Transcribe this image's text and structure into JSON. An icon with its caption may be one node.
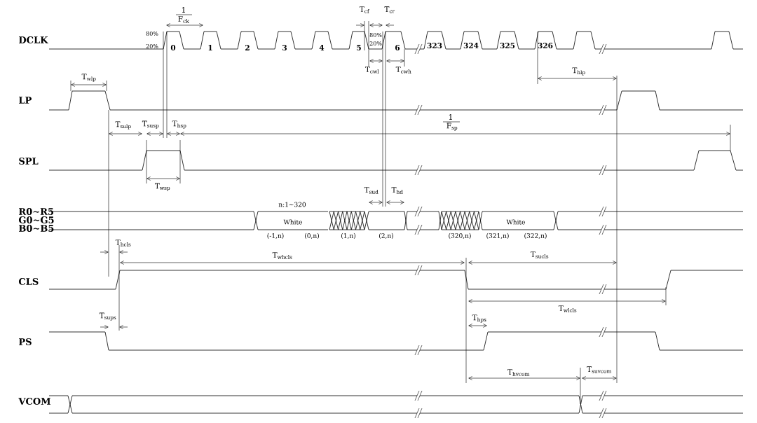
{
  "diagram": {
    "labels": [
      "1",
      "F$_{ck}$",
      "T$_{cf}$",
      "T$_{cr}$",
      "DCLK",
      "80%",
      "80%",
      "20%",
      "20%",
      "0",
      "1",
      "2",
      "3",
      "4",
      "5",
      "6",
      "323",
      "324",
      "325",
      "326",
      "T$_{cwl}$",
      "T$_{cwh}$",
      "T$_{hlp}$",
      "T$_{wlp}$",
      "LP",
      "T$_{sulp}$",
      "T$_{susp}$",
      "T$_{hsp}$",
      "1",
      "F$_{sp}$",
      "SPL",
      "T$_{wsp}$",
      "T$_{sud}$",
      "T$_{hd}$",
      "n:1∼320",
      "R0∼R5",
      "G0∼G5",
      "White",
      "White",
      "B0∼B5",
      "(-1,n)",
      "(0,n)",
      "(1,n)",
      "(2,n)",
      "(320,n)",
      "(321,n)",
      "(322,n)",
      "T$_{hcls}$",
      "T$_{whcls}$",
      "T$_{sucls}$",
      "CLS",
      "T$_{wlcls}$",
      "T$_{sups}$",
      "T$_{hps}$",
      "PS",
      "T$_{suvcom}$",
      "T$_{hvcom}$",
      "VCOM"
    ]
  }
}
